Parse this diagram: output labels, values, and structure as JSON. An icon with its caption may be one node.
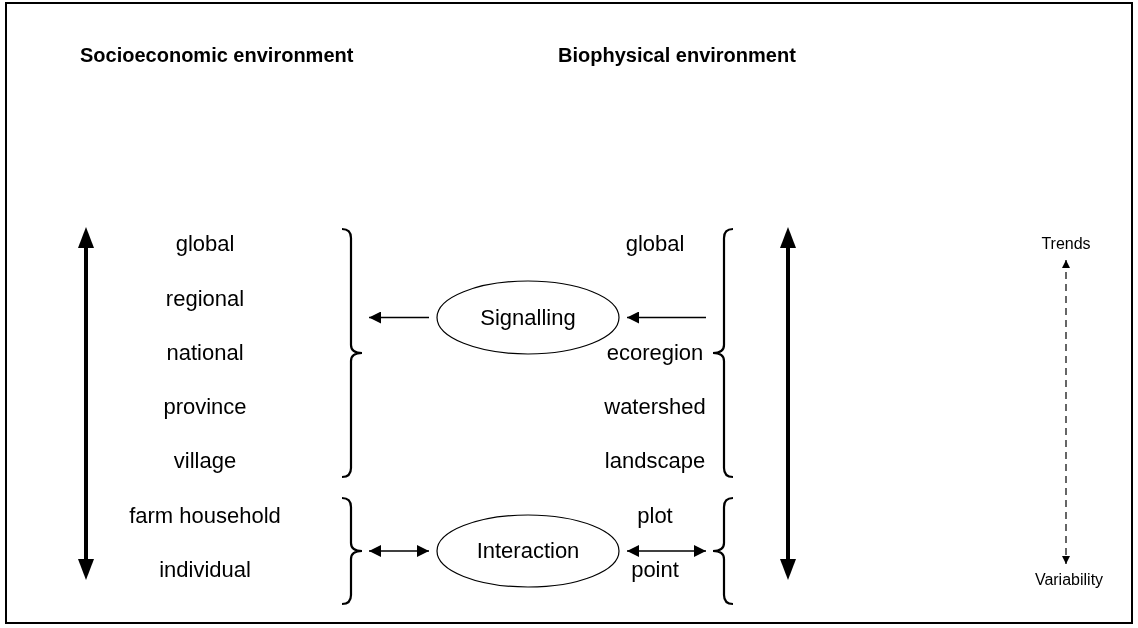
{
  "diagram": {
    "nodes": [
      {
        "text": [],
        "shape": "brace"
      },
      {
        "text": [
          "Signalling"
        ]
      },
      {
        "text": [],
        "shape": "brace"
      },
      {
        "text": [],
        "shape": "brace"
      },
      {
        "text": [
          "Interaction"
        ]
      },
      {
        "text": [],
        "shape": "brace"
      },
      {
        "text": [
          "Trends"
        ]
      },
      {
        "text": [
          "Variability"
        ]
      }
    ],
    "edges": [
      {
        "from": 1,
        "to": 0,
        "arrow": "to"
      },
      {
        "from": 2,
        "to": 1,
        "arrow": "to"
      },
      {
        "from": 3,
        "to": 4,
        "arrow": "both"
      },
      {
        "from": 4,
        "to": 5,
        "arrow": "both"
      },
      {
        "from": 6,
        "to": 7,
        "arrow": "both",
        "style": "dashed"
      }
    ],
    "labels": [
      "Socioeconomic environment",
      "Biophysical environment",
      "global",
      "global",
      "regional",
      "national",
      "ecoregion",
      "province",
      "watershed",
      "village",
      "landscape",
      "farm household",
      "plot",
      "individual",
      "point"
    ]
  }
}
